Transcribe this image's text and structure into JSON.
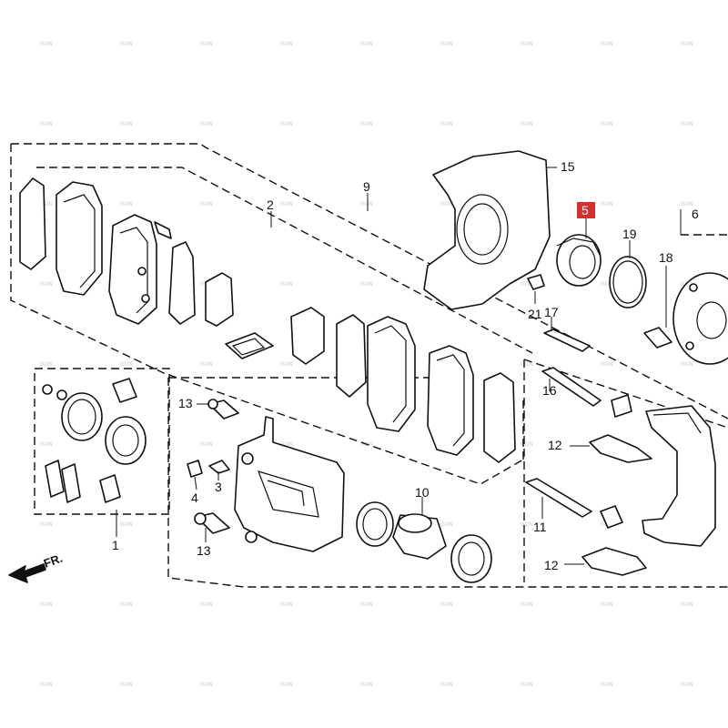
{
  "watermark": "GON",
  "direction_label": "FR.",
  "callouts": {
    "c1": "1",
    "c2": "2",
    "c3": "3",
    "c4": "4",
    "c5": "5",
    "c6": "6",
    "c9": "9",
    "c10": "10",
    "c11": "11",
    "c12a": "12",
    "c12b": "12",
    "c13a": "13",
    "c13b": "13",
    "c15": "15",
    "c16": "16",
    "c17": "17",
    "c18": "18",
    "c19": "19",
    "c21": "21"
  },
  "colors": {
    "line": "#111111",
    "highlight": "#d32f2f",
    "watermark": "#c8c8c8"
  }
}
